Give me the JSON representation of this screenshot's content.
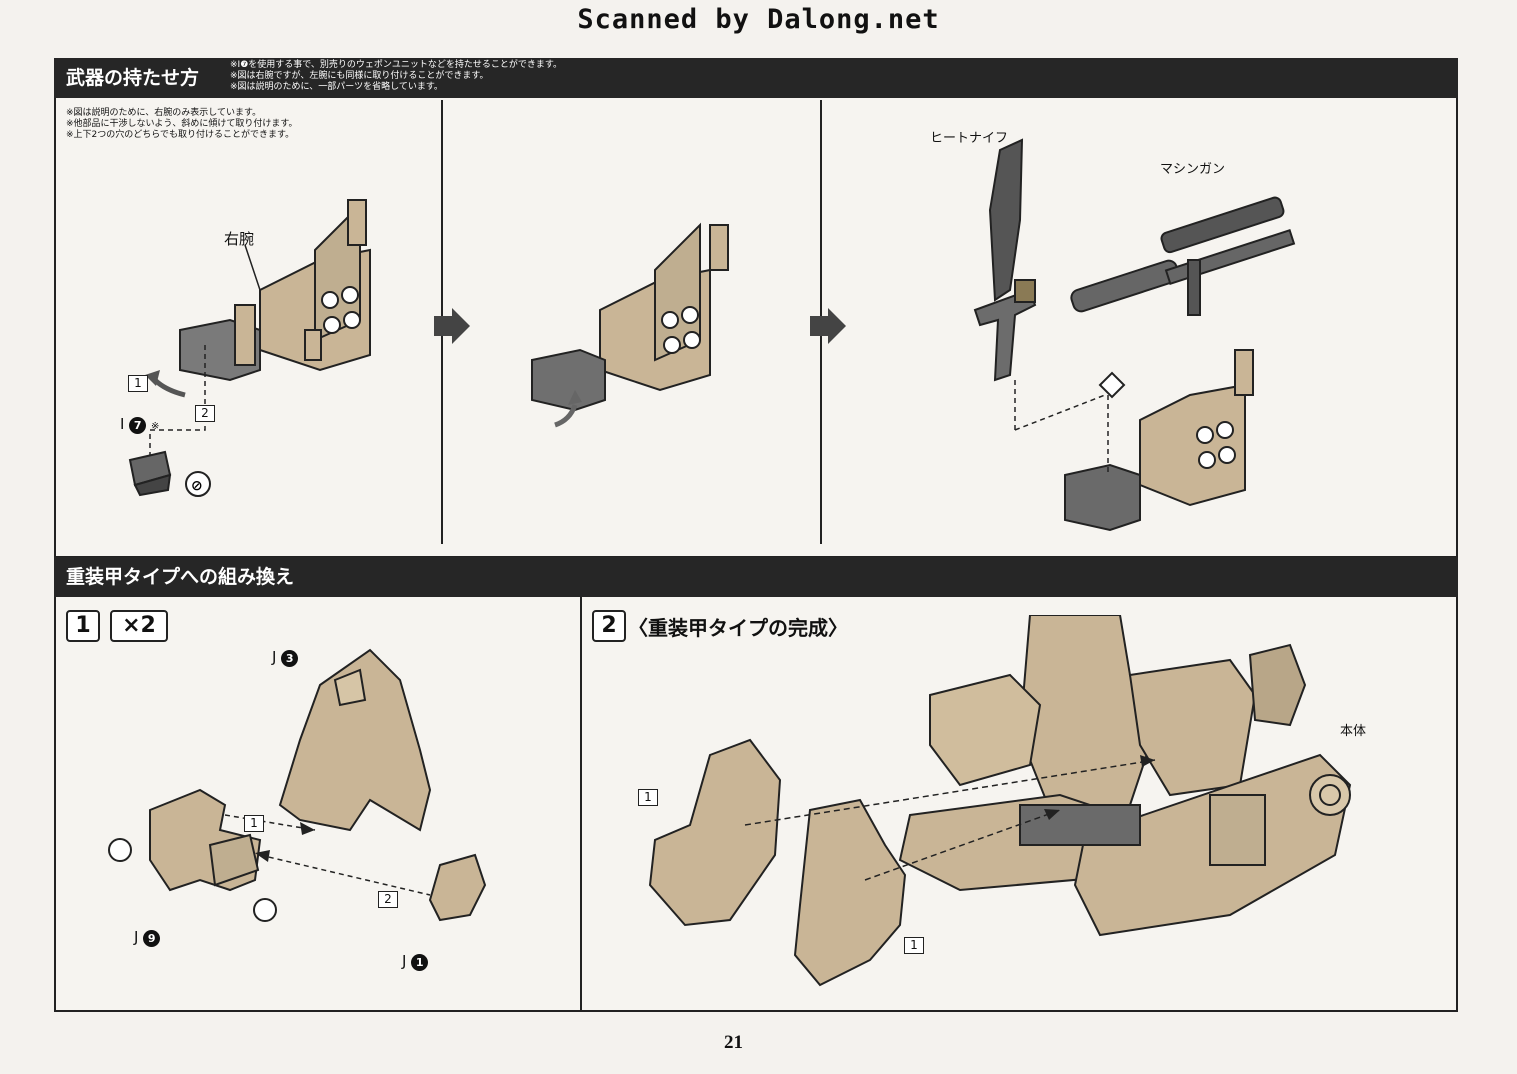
{
  "scan_credit": "Scanned by Dalong.net",
  "section1": {
    "title": "武器の持たせ方",
    "header_notes": [
      "※I❼を使用する事で、別売りのウェポンユニットなどを持たせることができます。",
      "※図は右腕ですが、左腕にも同様に取り付けることができます。",
      "※図は説明のために、一部パーツを省略しています。"
    ],
    "panel_notes": [
      "※図は説明のために、右腕のみ表示しています。",
      "※他部品に干渉しないよう、斜めに傾けて取り付けます。",
      "※上下2つの穴のどちらでも取り付けることができます。"
    ],
    "panel1": {
      "right_arm_label": "右腕",
      "step1": "1",
      "step2": "2",
      "part_letter": "I",
      "part_number": "7",
      "part_mark": "※"
    },
    "panel3": {
      "heat_knife_label": "ヒートナイフ",
      "machine_gun_label": "マシンガン"
    }
  },
  "section2": {
    "title": "重装甲タイプへの組み換え",
    "step1": {
      "number": "1",
      "multiplier": "×2",
      "arrow1": "1",
      "arrow2": "2",
      "parts": [
        {
          "letter": "J",
          "number": "3"
        },
        {
          "letter": "J",
          "number": "9"
        },
        {
          "letter": "J",
          "number": "1"
        }
      ]
    },
    "step2": {
      "number": "2",
      "title": "〈重装甲タイプの完成〉",
      "body_label": "本体",
      "callout1": "1",
      "callout2": "1"
    }
  },
  "page_number": "21",
  "colors": {
    "header_bar": "#262626",
    "part_tan": "#c9b596",
    "part_dark": "#555555",
    "background": "#f4f2ee"
  }
}
